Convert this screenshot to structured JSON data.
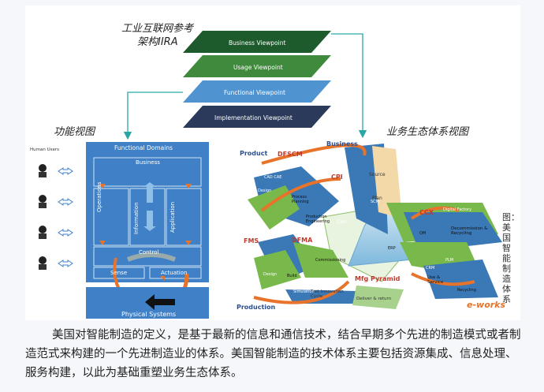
{
  "figure": {
    "iira_title_line1": "工业互联网参考",
    "iira_title_line2": "架构IIRA",
    "viewpoints": [
      "Business Viewpoint",
      "Usage Viewpoint",
      "Functional Viewpoint",
      "Implementation Viewpoint"
    ],
    "functional_view_label": "功能视图",
    "ecosystem_view_label": "业务生态体系视图",
    "functional": {
      "human_users": "Human Users",
      "title": "Functional Domains",
      "business": "Business",
      "operations": "Operations",
      "information": "Information",
      "application": "Application",
      "control": "Control",
      "sense": "Sense",
      "actuation": "Actuation",
      "physical": "Physical Systems"
    },
    "ecosystem": {
      "product": "Product",
      "dfscm": "DFSCM",
      "business": "Business",
      "cpi": "CPI",
      "source": "Source",
      "plan": "Plan",
      "ccx": "CCX",
      "fms": "FMS",
      "dfma": "DFMA",
      "production": "Production",
      "mfg_pyramid": "Mfg Pyramid",
      "fast_innovation": "Fast Innovation Cycle",
      "deliver_return": "Deliver & return",
      "cad": "CAD CAE",
      "design": "Design",
      "process_planning": "Process Planning",
      "production_engineering": "Production Engineering",
      "cam": "CAM",
      "build": "Build",
      "simulation": "Simulation",
      "commissioning": "Commissioning",
      "digital_factory": "Digital Factory",
      "qm": "QM",
      "decommission": "Decommission & Recycling",
      "plm": "PLM",
      "use_service": "Use & Service",
      "recycle": "Recycling",
      "crm": "CRM",
      "erp": "ERP",
      "scm": "SCM"
    },
    "side_note": "图：美国智能制造体系",
    "watermark": "e-works"
  },
  "caption": "美国对智能制造的定义，是基于最新的信息和通信技术，结合早期多个先进的制造模式或者制造范式来构建的一个先进制造业的体系。美国智能制造的技术体系主要包括资源集成、信息处理、服务构建，以此为基础重塑业务生态体系。",
  "colors": {
    "green_dark": "#1d5b2c",
    "green_mid": "#3f8a3c",
    "blue_light": "#4f93d1",
    "navy": "#2b3a5b",
    "functional_blue": "#3f80c7",
    "orange": "#e8732a"
  }
}
